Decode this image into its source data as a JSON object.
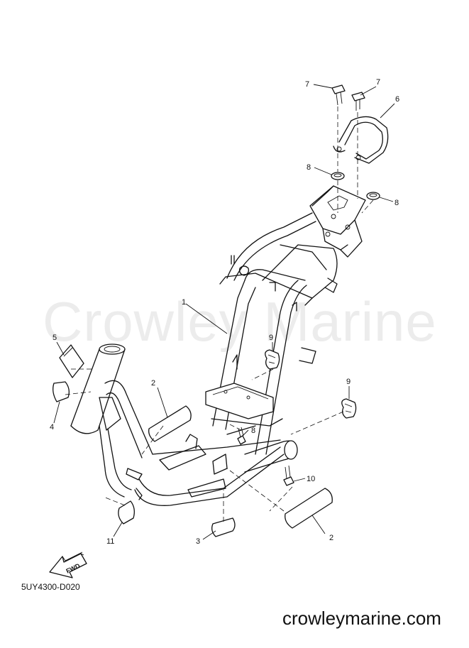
{
  "watermark": "Crowley Marine",
  "diagram_code": "5UY4300-D020",
  "site_url": "crowleymarine.com",
  "fwd_label": "FWD",
  "callouts": [
    {
      "id": "c1",
      "label": "1"
    },
    {
      "id": "c2a",
      "label": "2"
    },
    {
      "id": "c2b",
      "label": "2"
    },
    {
      "id": "c3",
      "label": "3"
    },
    {
      "id": "c4",
      "label": "4"
    },
    {
      "id": "c5",
      "label": "5"
    },
    {
      "id": "c6",
      "label": "6"
    },
    {
      "id": "c7a",
      "label": "7"
    },
    {
      "id": "c7b",
      "label": "7"
    },
    {
      "id": "c8a",
      "label": "8"
    },
    {
      "id": "c8b",
      "label": "8"
    },
    {
      "id": "c8c",
      "label": "8"
    },
    {
      "id": "c9a",
      "label": "9"
    },
    {
      "id": "c9b",
      "label": "9"
    },
    {
      "id": "c10",
      "label": "10"
    },
    {
      "id": "c11",
      "label": "11"
    }
  ]
}
